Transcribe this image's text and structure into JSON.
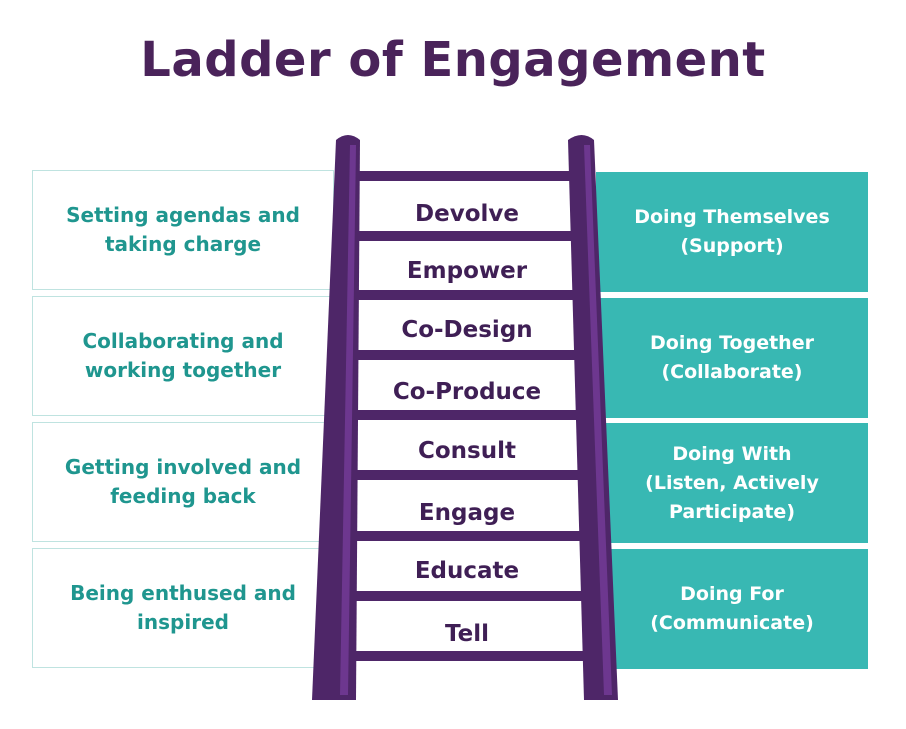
{
  "title": "Ladder of Engagement",
  "left_boxes": [
    "Setting agendas and\ntaking charge",
    "Collaborating and\nworking together",
    "Getting involved and\nfeeding back",
    "Being enthused and\ninspired"
  ],
  "right_boxes": [
    "Doing Themselves\n(Support)",
    "Doing Together\n(Collaborate)",
    "Doing With\n(Listen, Actively\nParticipate)",
    "Doing For\n(Communicate)"
  ],
  "rungs": [
    "Devolve",
    "Empower",
    "Co-Design",
    "Co-Produce",
    "Consult",
    "Engage",
    "Educate",
    "Tell"
  ],
  "colors": {
    "title": "#4a235a",
    "ladder": "#4e2668",
    "ladder_highlight": "#7a3fa0",
    "left_text": "#1f968f",
    "right_fill": "#38b8b3"
  }
}
